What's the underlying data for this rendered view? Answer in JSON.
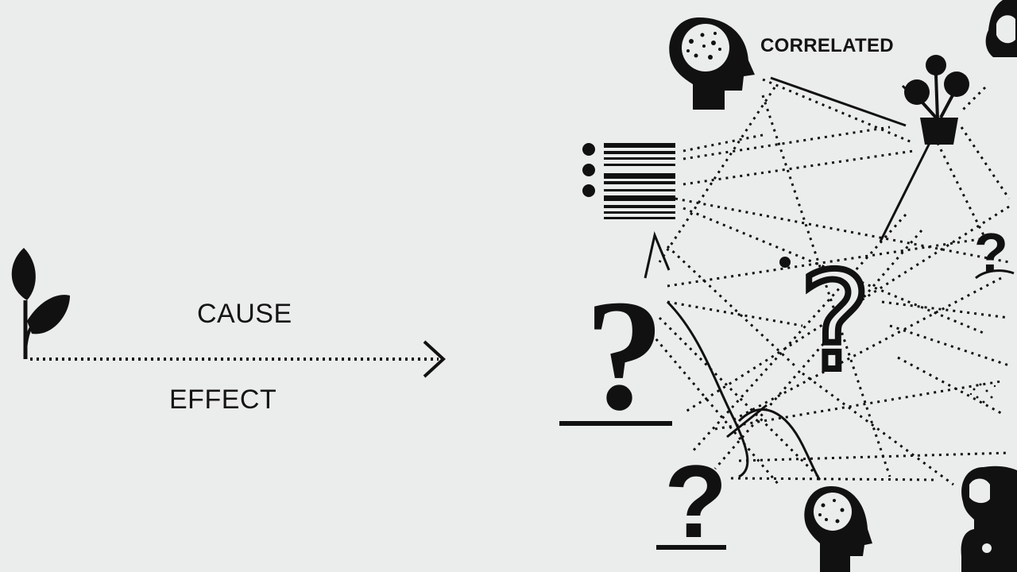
{
  "labels": {
    "cause": "CAUSE",
    "effect": "EFFECT",
    "correlated": "CORRELATED"
  },
  "icons": {
    "left": [
      "leaf-sprout-icon",
      "dotted-arrow-icon"
    ],
    "right": [
      "brain-head-icon",
      "plant-pot-icon",
      "bullet-list-icon",
      "question-mark-icon",
      "person-silhouette-icon"
    ]
  },
  "colors": {
    "background": "#ebedec",
    "ink": "#111111"
  }
}
